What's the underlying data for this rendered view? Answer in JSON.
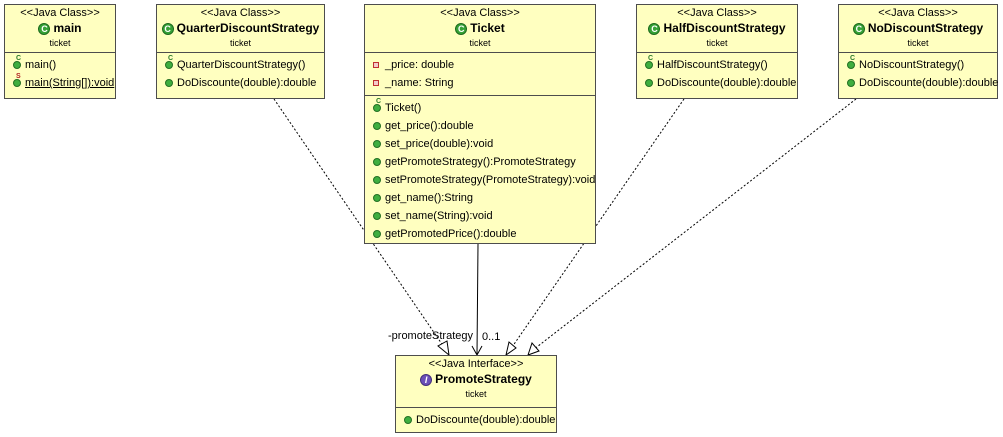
{
  "classes": {
    "main": {
      "stereotype": "<<Java Class>>",
      "name": "main",
      "package": "ticket",
      "methods": [
        {
          "text": "main()",
          "marker": "C"
        },
        {
          "text": "main(String[]):void",
          "marker": "S"
        }
      ]
    },
    "quarter": {
      "stereotype": "<<Java Class>>",
      "name": "QuarterDiscountStrategy",
      "package": "ticket",
      "methods": [
        {
          "text": "QuarterDiscountStrategy()",
          "marker": "C"
        },
        {
          "text": "DoDiscounte(double):double",
          "marker": ""
        }
      ]
    },
    "ticket": {
      "stereotype": "<<Java Class>>",
      "name": "Ticket",
      "package": "ticket",
      "fields": [
        {
          "text": "_price: double"
        },
        {
          "text": "_name: String"
        }
      ],
      "methods": [
        {
          "text": "Ticket()",
          "marker": "C"
        },
        {
          "text": "get_price():double",
          "marker": ""
        },
        {
          "text": "set_price(double):void",
          "marker": ""
        },
        {
          "text": "getPromoteStrategy():PromoteStrategy",
          "marker": ""
        },
        {
          "text": "setPromoteStrategy(PromoteStrategy):void",
          "marker": ""
        },
        {
          "text": "get_name():String",
          "marker": ""
        },
        {
          "text": "set_name(String):void",
          "marker": ""
        },
        {
          "text": "getPromotedPrice():double",
          "marker": ""
        }
      ]
    },
    "half": {
      "stereotype": "<<Java Class>>",
      "name": "HalfDiscountStrategy",
      "package": "ticket",
      "methods": [
        {
          "text": "HalfDiscountStrategy()",
          "marker": "C"
        },
        {
          "text": "DoDiscounte(double):double",
          "marker": ""
        }
      ]
    },
    "nodiscount": {
      "stereotype": "<<Java Class>>",
      "name": "NoDiscountStrategy",
      "package": "ticket",
      "methods": [
        {
          "text": "NoDiscountStrategy()",
          "marker": "C"
        },
        {
          "text": "DoDiscounte(double):double",
          "marker": ""
        }
      ]
    },
    "promote": {
      "stereotype": "<<Java Interface>>",
      "name": "PromoteStrategy",
      "package": "ticket",
      "methods": [
        {
          "text": "DoDiscounte(double):double",
          "marker": ""
        }
      ]
    }
  },
  "icons": {
    "class_icon": "C",
    "interface_icon": "I"
  },
  "edges": {
    "association_role": "-promoteStrategy",
    "association_multiplicity": "0..1"
  },
  "colors": {
    "class_fill": "#ffffc0",
    "border": "#4d4d4d",
    "class_icon": "#36a236",
    "interface_icon": "#6a4fb8"
  }
}
